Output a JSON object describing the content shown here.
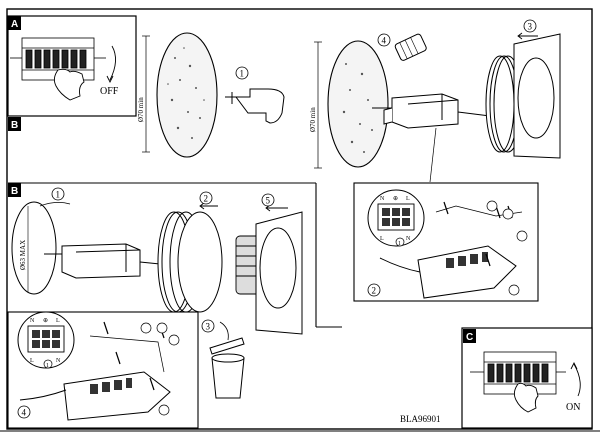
{
  "steps": {
    "A": "A",
    "B_top": "B",
    "B_mid": "B",
    "C": "C"
  },
  "switch_off": "OFF",
  "switch_on": "ON",
  "dims": {
    "panel1": "Ø70 min",
    "panel2": "Ø70 min",
    "panel3": "Ø63 MAX"
  },
  "numbers": {
    "n1_drill": "1",
    "n4_top": "4",
    "n3_top": "3",
    "n1_mid": "1",
    "n2_mid": "2",
    "n5_mid": "5",
    "n3_mid": "3",
    "n2_right": "2",
    "n4_left": "4",
    "n1_wire_r": "1",
    "n1_wire_l": "1"
  },
  "wire_labels": {
    "right": [
      "N",
      "⊕",
      "L",
      "L",
      "N"
    ],
    "left": [
      "N",
      "⊕",
      "L",
      "L",
      "N"
    ]
  },
  "model_code": "BLA96901"
}
